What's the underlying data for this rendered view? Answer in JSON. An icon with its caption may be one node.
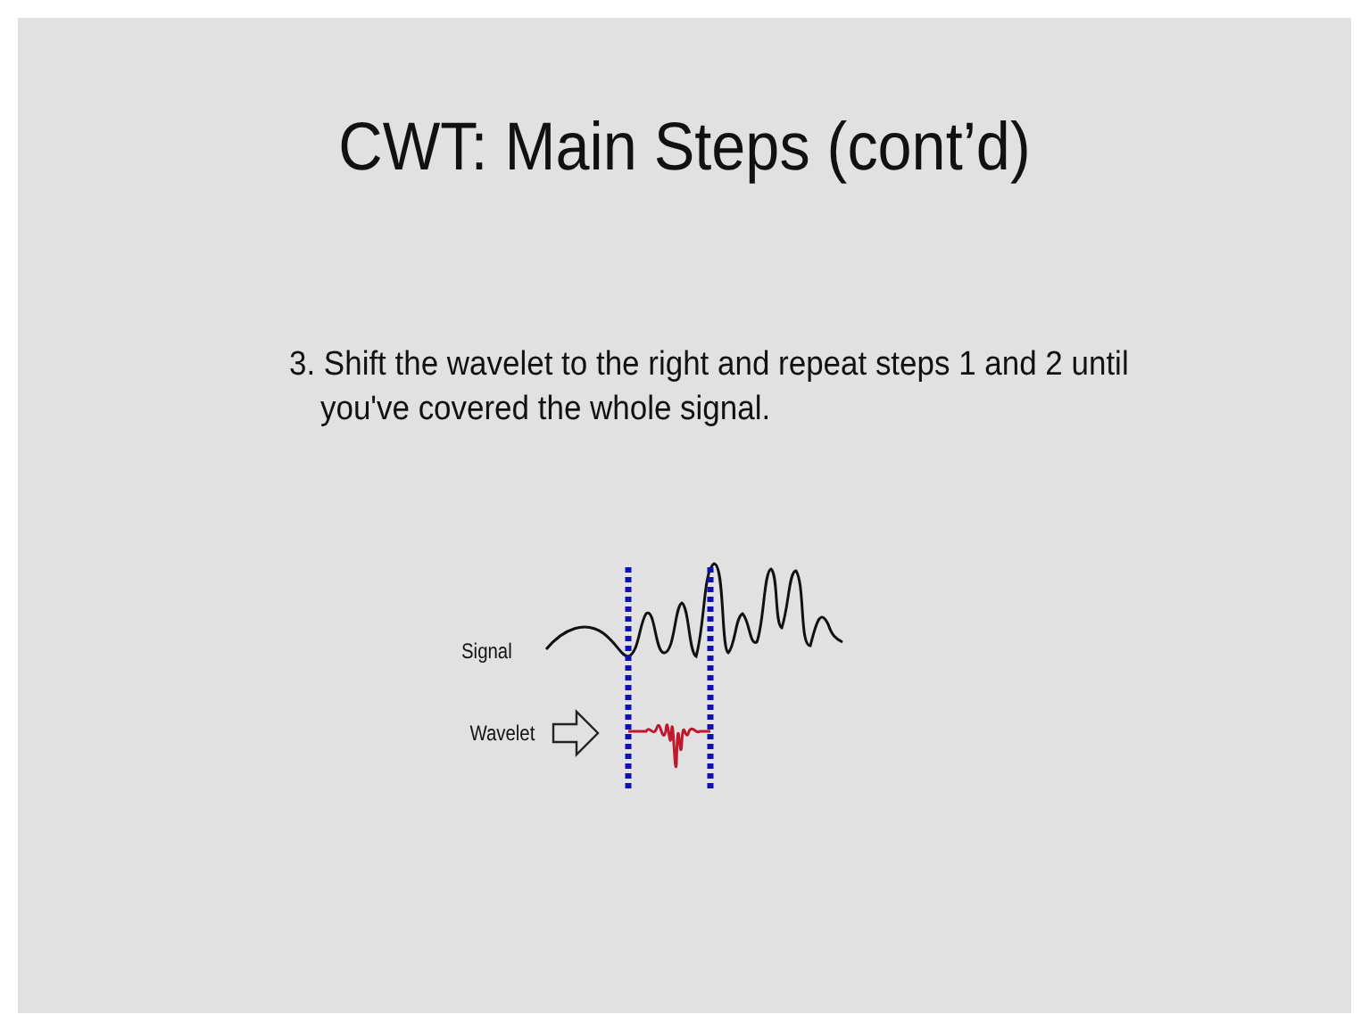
{
  "diagram": {
    "title": "CWT: Main Steps (cont’d)",
    "labels": [
      "3. Shift the wavelet to the right and repeat steps 1 and 2 until you've covered the whole signal.",
      "Signal",
      "Wavelet"
    ]
  }
}
